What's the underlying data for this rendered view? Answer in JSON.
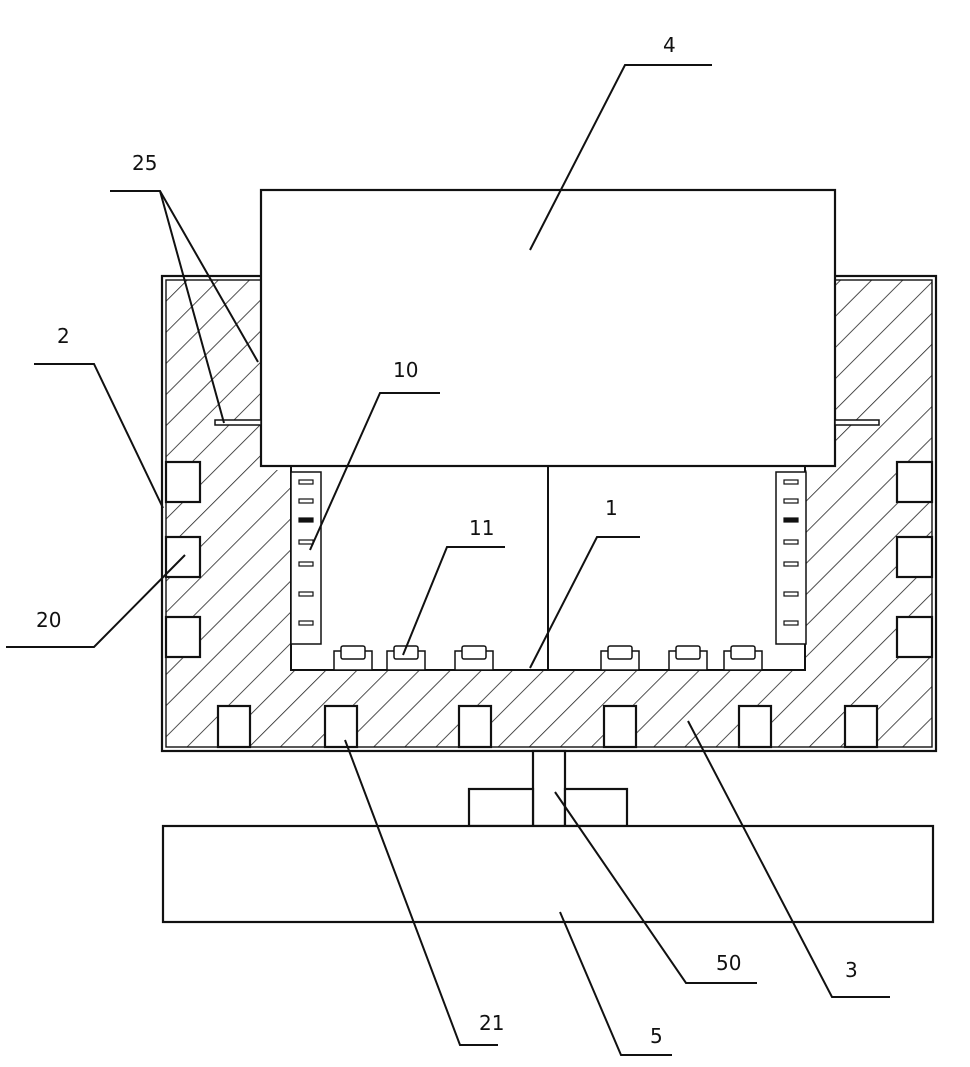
{
  "figure": {
    "colors": {
      "line": "#111111",
      "background": "#ffffff",
      "hatch": "#222222"
    },
    "labels": {
      "l4": "4",
      "l25": "25",
      "l2": "2",
      "l10": "10",
      "l20": "20",
      "l11": "11",
      "l1": "1",
      "l50": "50",
      "l3": "3",
      "l21": "21",
      "l5": "5"
    }
  }
}
